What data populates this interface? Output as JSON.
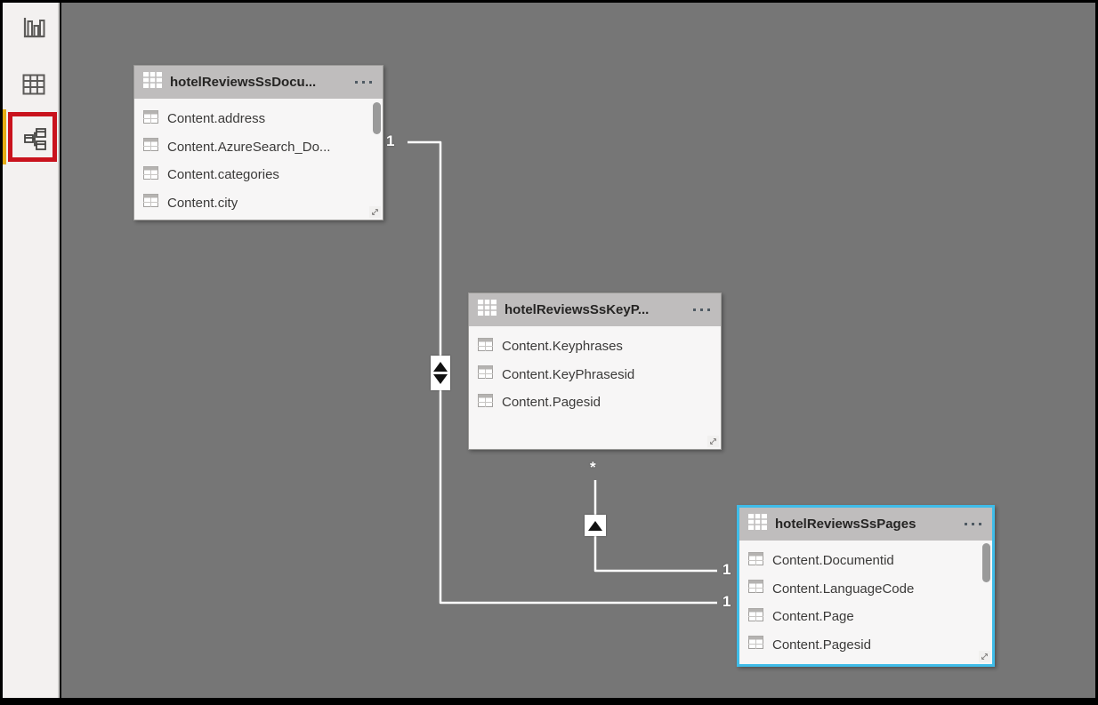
{
  "app": "Power BI Desktop - Model view",
  "colors": {
    "canvas_gray": "#767676",
    "selection_blue": "#3fbce8",
    "highlight_red": "#c9131d",
    "active_indicator_yellow": "#e6ac14",
    "relationship_line": "#ffffff",
    "card_header_gray": "#bfbdbd",
    "card_body": "#f7f6f6"
  },
  "sidebar": {
    "items": [
      {
        "name": "report-view",
        "icon": "bar-chart-icon",
        "selected": false
      },
      {
        "name": "data-view",
        "icon": "table-grid-icon",
        "selected": false
      },
      {
        "name": "model-view",
        "icon": "model-diagram-icon",
        "selected": true,
        "highlighted": true
      }
    ]
  },
  "tables": {
    "documents": {
      "title": "hotelReviewsSsDocu...",
      "fields": [
        "Content.address",
        "Content.AzureSearch_Do...",
        "Content.categories",
        "Content.city"
      ],
      "has_more_fields": true,
      "has_scrollbar": true,
      "selected": false
    },
    "keyphrases": {
      "title": "hotelReviewsSsKeyP...",
      "fields": [
        "Content.Keyphrases",
        "Content.KeyPhrasesid",
        "Content.Pagesid"
      ],
      "has_more_fields": false,
      "has_scrollbar": false,
      "selected": false
    },
    "pages": {
      "title": "hotelReviewsSsPages",
      "fields": [
        "Content.Documentid",
        "Content.LanguageCode",
        "Content.Page",
        "Content.Pagesid"
      ],
      "has_more_fields": true,
      "has_scrollbar": true,
      "selected": true
    }
  },
  "relationships": [
    {
      "from": "hotelReviewsSsDocu...",
      "to": "hotelReviewsSsPages",
      "from_cardinality": "1",
      "to_cardinality": "1",
      "cross_filter_direction": "both"
    },
    {
      "from": "hotelReviewsSsKeyP...",
      "to": "hotelReviewsSsPages",
      "from_cardinality": "*",
      "to_cardinality": "1",
      "cross_filter_direction": "single"
    }
  ]
}
